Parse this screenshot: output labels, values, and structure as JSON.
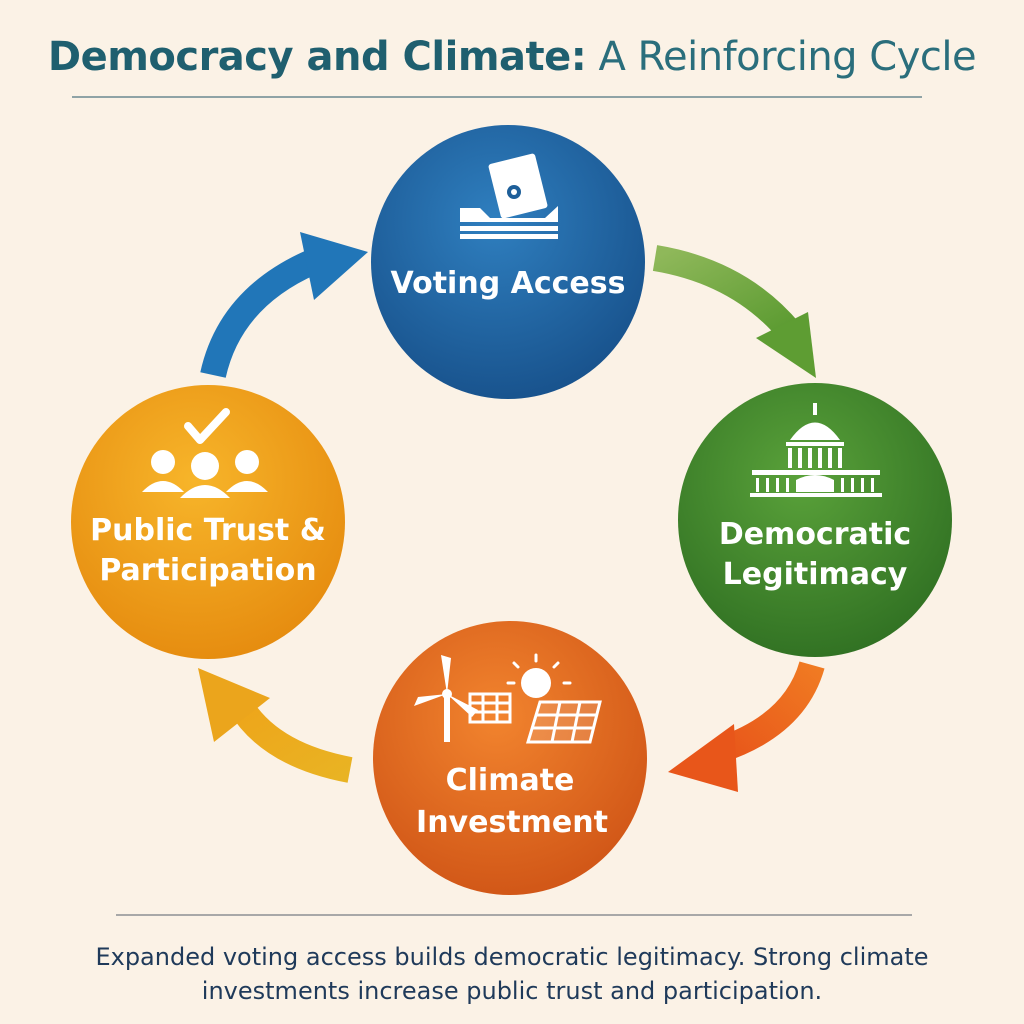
{
  "title": {
    "bold": "Democracy and Climate:",
    "light": "A Reinforcing Cycle"
  },
  "nodes": {
    "voting": {
      "line1": "Voting Access",
      "icon": "ballot-box-icon",
      "color": "#1e5f99"
    },
    "legitimacy": {
      "line1": "Democratic",
      "line2": "Legitimacy",
      "icon": "capitol-building-icon",
      "color": "#3e8a2a"
    },
    "climate": {
      "line1": "Climate",
      "line2": "Investment",
      "icon": "renewable-energy-icon",
      "color": "#e0661d"
    },
    "trust": {
      "line1": "Public Trust &",
      "line2": "Participation",
      "icon": "people-check-icon",
      "color": "#eb9b13"
    }
  },
  "caption": {
    "line1": "Expanded voting access builds democratic legitimacy. Strong climate",
    "line2": "investments increase public trust and participation."
  }
}
